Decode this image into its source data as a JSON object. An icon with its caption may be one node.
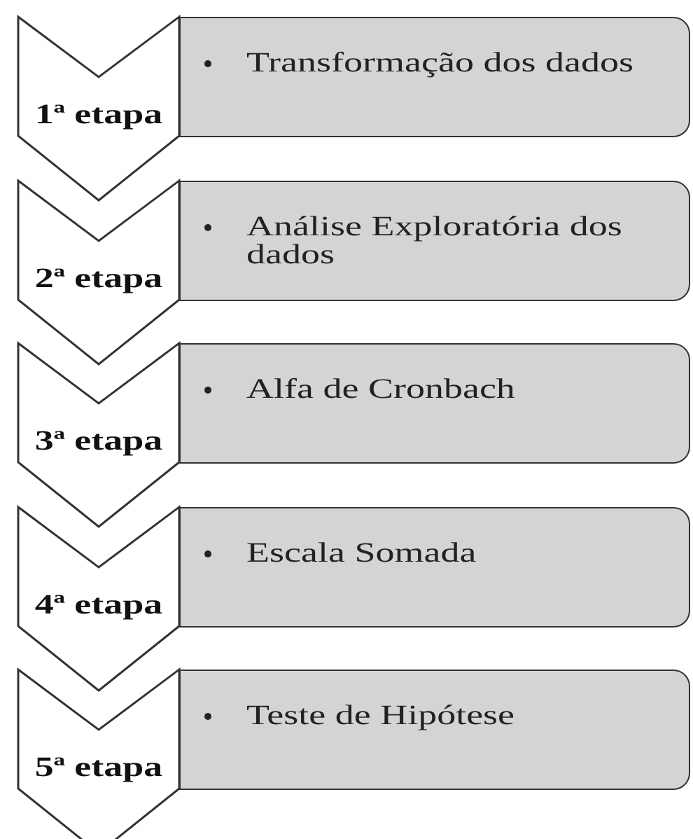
{
  "diagram": {
    "nodes": [
      {
        "text": [
          "1ª etapa"
        ]
      },
      {
        "text": [
          "Transformação dos dados"
        ]
      },
      {
        "text": [
          "2ª etapa"
        ]
      },
      {
        "text": [
          "Análise Exploratória dos dados"
        ]
      },
      {
        "text": [
          "3ª etapa"
        ]
      },
      {
        "text": [
          "Alfa de Cronbach"
        ]
      },
      {
        "text": [
          "4ª etapa"
        ]
      },
      {
        "text": [
          "Escala Somada"
        ]
      },
      {
        "text": [
          "5ª etapa"
        ]
      },
      {
        "text": [
          "Teste de Hipótese"
        ]
      }
    ]
  }
}
